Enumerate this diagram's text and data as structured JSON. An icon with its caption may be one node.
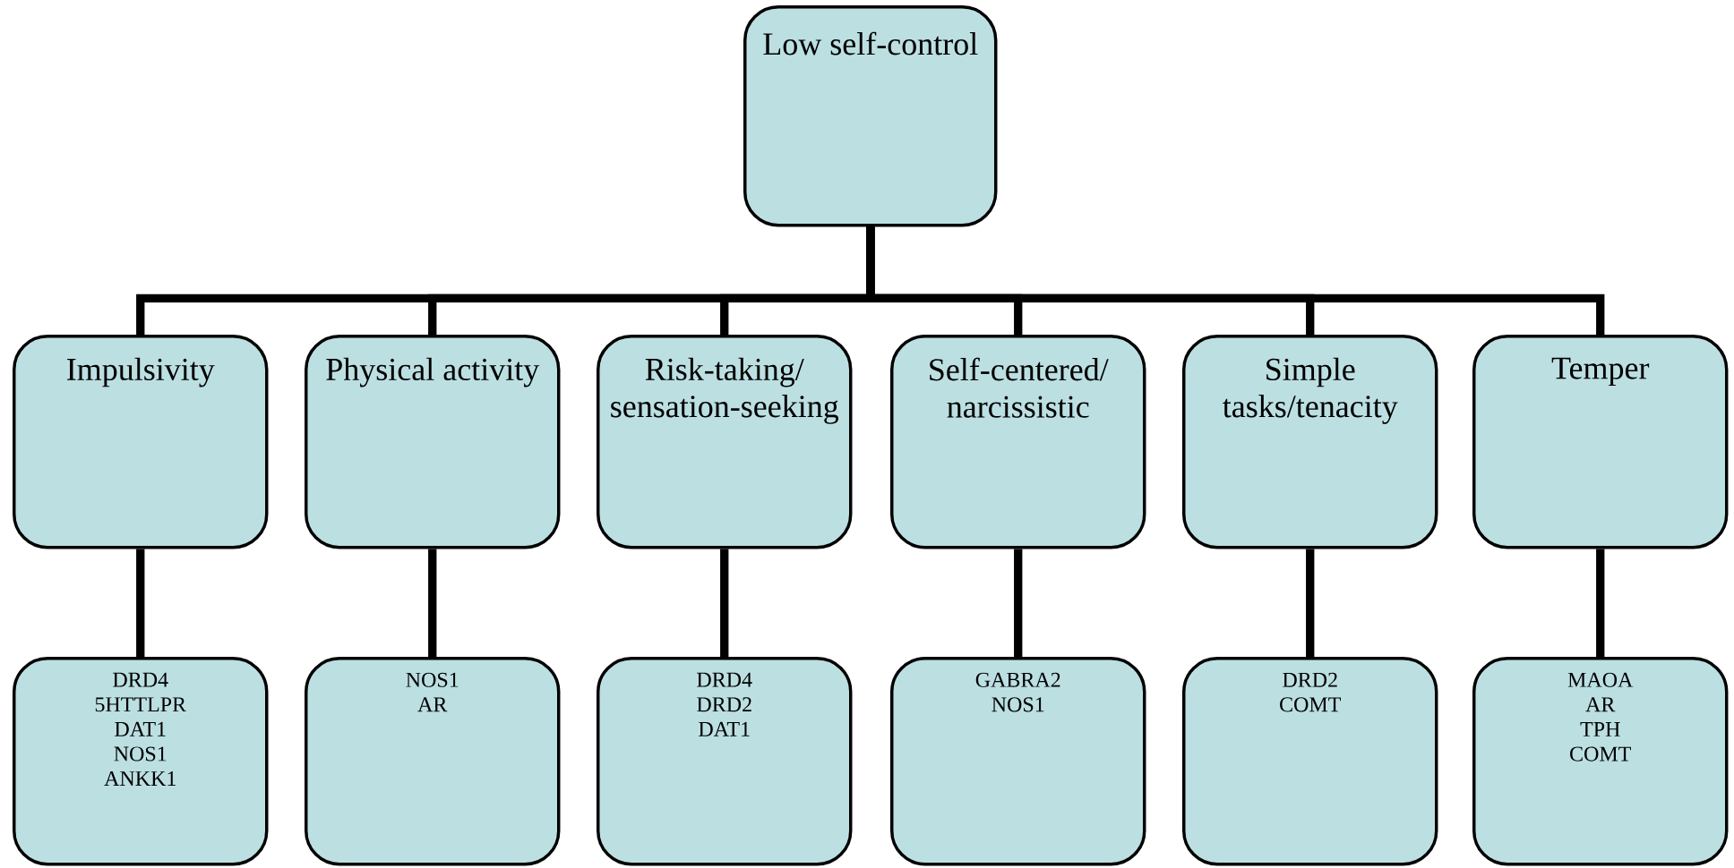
{
  "diagram": {
    "nodes": [
      {
        "text": [
          "Low self-control"
        ]
      },
      {
        "text": [
          "Impulsivity"
        ]
      },
      {
        "text": [
          "Physical activity"
        ]
      },
      {
        "text": [
          "Risk-taking/ sensation-seeking"
        ]
      },
      {
        "text": [
          "Self-centered/ narcissistic"
        ]
      },
      {
        "text": [
          "Simple tasks/tenacity"
        ]
      },
      {
        "text": [
          "Temper"
        ]
      },
      {
        "text": [
          "DRD4",
          "5HTTLPR",
          "DAT1",
          "NOS1",
          "ANKK1"
        ]
      },
      {
        "text": [
          "NOS1",
          "AR"
        ]
      },
      {
        "text": [
          "DRD4",
          "DRD2",
          "DAT1"
        ]
      },
      {
        "text": [
          "GABRA2",
          "NOS1"
        ]
      },
      {
        "text": [
          "DRD2",
          "COMT"
        ]
      },
      {
        "text": [
          "MAOA",
          "AR",
          "TPH",
          "COMT"
        ]
      }
    ],
    "edges": [
      {
        "from": 0,
        "to": 1,
        "arrow": "none"
      },
      {
        "from": 0,
        "to": 2,
        "arrow": "none"
      },
      {
        "from": 0,
        "to": 3,
        "arrow": "none"
      },
      {
        "from": 0,
        "to": 4,
        "arrow": "none"
      },
      {
        "from": 0,
        "to": 5,
        "arrow": "none"
      },
      {
        "from": 0,
        "to": 6,
        "arrow": "none"
      },
      {
        "from": 1,
        "to": 7,
        "arrow": "none"
      },
      {
        "from": 2,
        "to": 8,
        "arrow": "none"
      },
      {
        "from": 3,
        "to": 9,
        "arrow": "none"
      },
      {
        "from": 4,
        "to": 10,
        "arrow": "none"
      },
      {
        "from": 5,
        "to": 11,
        "arrow": "none"
      },
      {
        "from": 6,
        "to": 12,
        "arrow": "none"
      }
    ]
  }
}
